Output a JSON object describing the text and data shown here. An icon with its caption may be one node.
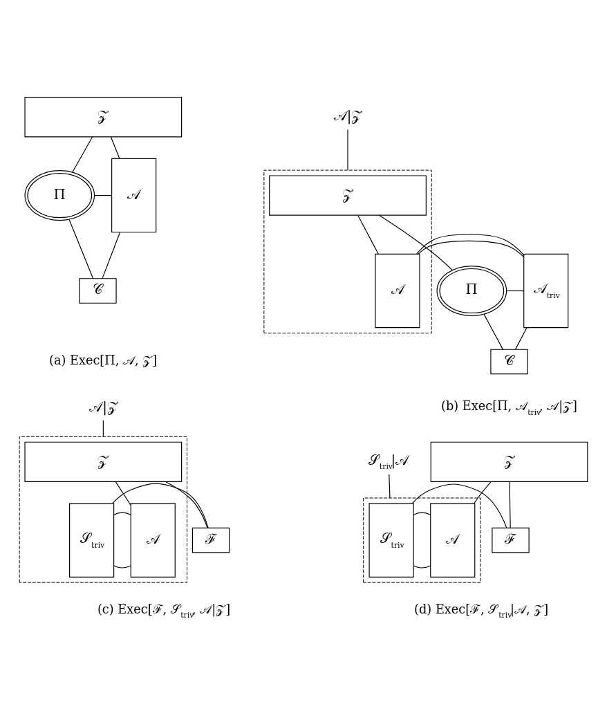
{
  "diagram": {
    "nodes": [
      {
        "text": [
          "𝒵"
        ]
      },
      {
        "text": [
          "Π"
        ]
      },
      {
        "text": [
          "𝒜"
        ]
      },
      {
        "text": [
          "𝒞"
        ]
      },
      {
        "text": [
          "𝒜|𝒵"
        ]
      },
      {
        "text": [],
        "shape": "box"
      },
      {
        "text": [
          "𝒵"
        ],
        "in": 5
      },
      {
        "text": [
          "Π"
        ]
      },
      {
        "text": [
          "𝒜$_{triv}$"
        ]
      },
      {
        "text": [
          "𝒜"
        ],
        "in": 5
      },
      {
        "text": [
          "𝒞"
        ]
      },
      {
        "text": [
          "𝒜|𝒵"
        ]
      },
      {
        "text": [],
        "shape": "box"
      },
      {
        "text": [
          "𝒵"
        ],
        "in": 12
      },
      {
        "text": [
          "ℱ"
        ]
      },
      {
        "text": [
          "𝒮$_{triv}$"
        ],
        "in": 12
      },
      {
        "text": [
          "𝒜"
        ],
        "in": 12
      },
      {
        "text": [
          "𝒵"
        ]
      },
      {
        "text": [],
        "shape": "box"
      },
      {
        "text": [
          "ℱ"
        ]
      },
      {
        "text": [
          "𝒮$_{triv}$"
        ],
        "in": 18
      },
      {
        "text": [
          "𝒜"
        ],
        "in": 18
      },
      {
        "text": [
          "𝒮$_{triv}$|𝒜"
        ]
      }
    ],
    "edges": [
      {
        "from": 0,
        "to": 1,
        "arrow": "none"
      },
      {
        "from": 0,
        "to": 2,
        "arrow": "none"
      },
      {
        "from": 1,
        "to": 2,
        "arrow": "none"
      },
      {
        "from": 1,
        "to": 3,
        "arrow": "none"
      },
      {
        "from": 3,
        "to": 2,
        "arrow": "none"
      },
      {
        "from": 4,
        "to": 5,
        "arrow": "none"
      },
      {
        "from": 6,
        "to": 7,
        "arrow": "none"
      },
      {
        "from": 6,
        "to": 9,
        "arrow": "none"
      },
      {
        "from": 7,
        "to": 8,
        "arrow": "none"
      },
      {
        "from": 7,
        "to": 10,
        "arrow": "none"
      },
      {
        "from": 10,
        "to": 8,
        "arrow": "none"
      },
      {
        "from": 8,
        "to": 9,
        "arrow": "none"
      },
      {
        "from": 8,
        "to": 9,
        "arrow": "none"
      },
      {
        "from": 11,
        "to": 12,
        "arrow": "none"
      },
      {
        "from": 13,
        "to": 14,
        "arrow": "none"
      },
      {
        "from": 13,
        "to": 16,
        "arrow": "none"
      },
      {
        "from": 14,
        "to": 15,
        "arrow": "none"
      },
      {
        "from": 15,
        "to": 16,
        "arrow": "none"
      },
      {
        "from": 15,
        "to": 16,
        "arrow": "none"
      },
      {
        "from": 17,
        "to": 19,
        "arrow": "none"
      },
      {
        "from": 17,
        "to": 21,
        "arrow": "none"
      },
      {
        "from": 19,
        "to": 20,
        "arrow": "none"
      },
      {
        "from": 20,
        "to": 21,
        "arrow": "none"
      },
      {
        "from": 20,
        "to": 21,
        "arrow": "none"
      },
      {
        "from": 22,
        "to": 18,
        "arrow": "none"
      }
    ],
    "labels": [
      "(a) Exec[Π, 𝒜, 𝒵]",
      "(b) Exec[Π, 𝒜$_{triv}$, 𝒜|𝒵]",
      "(c) Exec[ℱ, 𝒮$_{triv}$, 𝒜|𝒵]",
      "(d) Exec[ℱ, 𝒮$_{triv}$|𝒜, 𝒵]"
    ]
  }
}
